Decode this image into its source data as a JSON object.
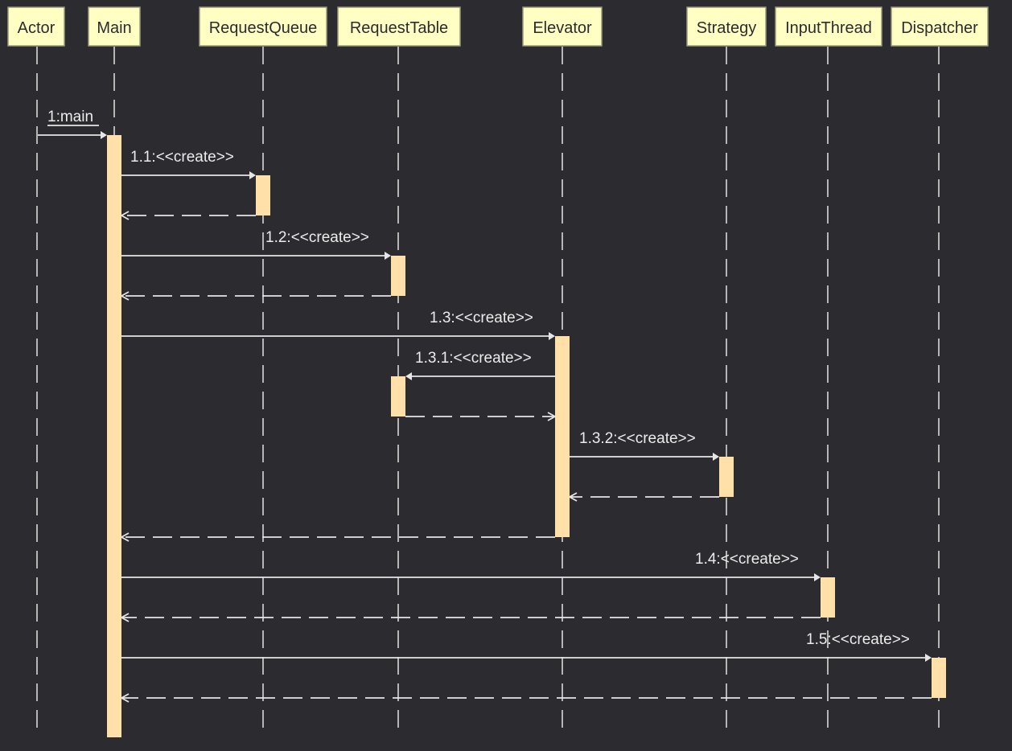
{
  "lifelines": [
    {
      "id": "actor",
      "label": "Actor"
    },
    {
      "id": "main",
      "label": "Main"
    },
    {
      "id": "requestqueue",
      "label": "RequestQueue"
    },
    {
      "id": "requesttable",
      "label": "RequestTable"
    },
    {
      "id": "elevator",
      "label": "Elevator"
    },
    {
      "id": "strategy",
      "label": "Strategy"
    },
    {
      "id": "inputthread",
      "label": "InputThread"
    },
    {
      "id": "dispatcher",
      "label": "Dispatcher"
    }
  ],
  "messages": [
    {
      "id": "m1",
      "label": "1:main",
      "from": "actor",
      "to": "main",
      "kind": "call"
    },
    {
      "id": "m1-1",
      "label": "1.1:<<create>>",
      "from": "main",
      "to": "requestqueue",
      "kind": "call"
    },
    {
      "id": "r1-1",
      "label": "",
      "from": "requestqueue",
      "to": "main",
      "kind": "return"
    },
    {
      "id": "m1-2",
      "label": "1.2:<<create>>",
      "from": "main",
      "to": "requesttable",
      "kind": "call"
    },
    {
      "id": "r1-2",
      "label": "",
      "from": "requesttable",
      "to": "main",
      "kind": "return"
    },
    {
      "id": "m1-3",
      "label": "1.3:<<create>>",
      "from": "main",
      "to": "elevator",
      "kind": "call"
    },
    {
      "id": "m1-3-1",
      "label": "1.3.1:<<create>>",
      "from": "elevator",
      "to": "requesttable",
      "kind": "call"
    },
    {
      "id": "r1-3-1",
      "label": "",
      "from": "requesttable",
      "to": "elevator",
      "kind": "return"
    },
    {
      "id": "m1-3-2",
      "label": "1.3.2:<<create>>",
      "from": "elevator",
      "to": "strategy",
      "kind": "call"
    },
    {
      "id": "r1-3-2",
      "label": "",
      "from": "strategy",
      "to": "elevator",
      "kind": "return"
    },
    {
      "id": "r1-3",
      "label": "",
      "from": "elevator",
      "to": "main",
      "kind": "return"
    },
    {
      "id": "m1-4",
      "label": "1.4:<<create>>",
      "from": "main",
      "to": "inputthread",
      "kind": "call"
    },
    {
      "id": "r1-4",
      "label": "",
      "from": "inputthread",
      "to": "main",
      "kind": "return"
    },
    {
      "id": "m1-5",
      "label": "1.5:<<create>>",
      "from": "main",
      "to": "dispatcher",
      "kind": "call"
    },
    {
      "id": "r1-5",
      "label": "",
      "from": "dispatcher",
      "to": "main",
      "kind": "return"
    }
  ]
}
